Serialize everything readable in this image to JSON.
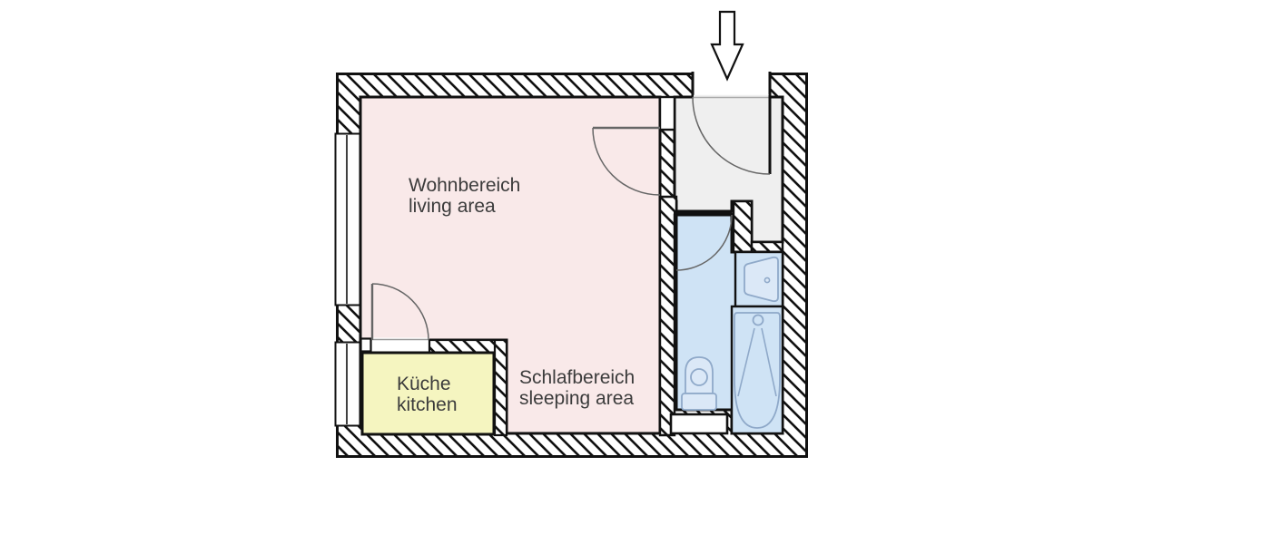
{
  "page": {
    "background": "#ffffff"
  },
  "floorplan": {
    "kind": "studio apartment floor plan",
    "rooms": {
      "living": {
        "name_de": "Wohnbereich",
        "name_en": "living area",
        "color": "#f9e9e9"
      },
      "sleeping": {
        "name_de": "Schlafbereich",
        "name_en": "sleeping area",
        "color": "#f9e9e9"
      },
      "kitchen": {
        "name_de": "Küche",
        "name_en": "kitchen",
        "color": "#f5f5c0"
      },
      "bathroom": {
        "color": "#cfe3f5",
        "fixtures": [
          "toilet",
          "washbasin",
          "bathtub"
        ]
      },
      "hall": {
        "color": "#efefef"
      }
    },
    "entrance": {
      "symbol": "arrow-down"
    },
    "colors": {
      "wall_line": "#111111",
      "door_swing": "#666666",
      "fixture_line": "#8fa9c9",
      "fixture_fill": "#dbe8f7",
      "label": "#3c3c3c",
      "threshold": "#aaaaaa"
    }
  }
}
